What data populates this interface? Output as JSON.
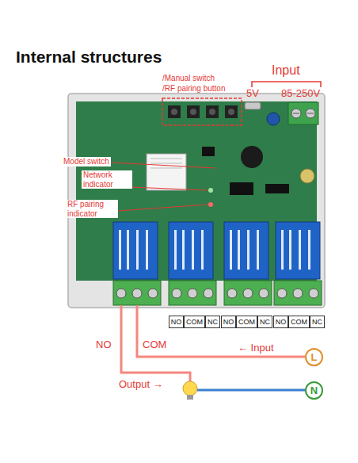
{
  "diagram": {
    "title": "Internal structures",
    "nodes": [
      {
        "text": [
          "L"
        ]
      },
      {
        "text": [
          "N"
        ]
      }
    ],
    "labels": [
      "/Manual switch",
      "/RF pairing button",
      "Input",
      "5V",
      "85-250V",
      "Model switch",
      "Network indicator",
      "RF pairing indicator",
      "NO",
      "COM",
      "NC",
      "NO",
      "COM",
      "NC",
      "NO",
      "COM",
      "NC",
      "NO",
      "COM",
      "← Input",
      "Output →"
    ]
  }
}
